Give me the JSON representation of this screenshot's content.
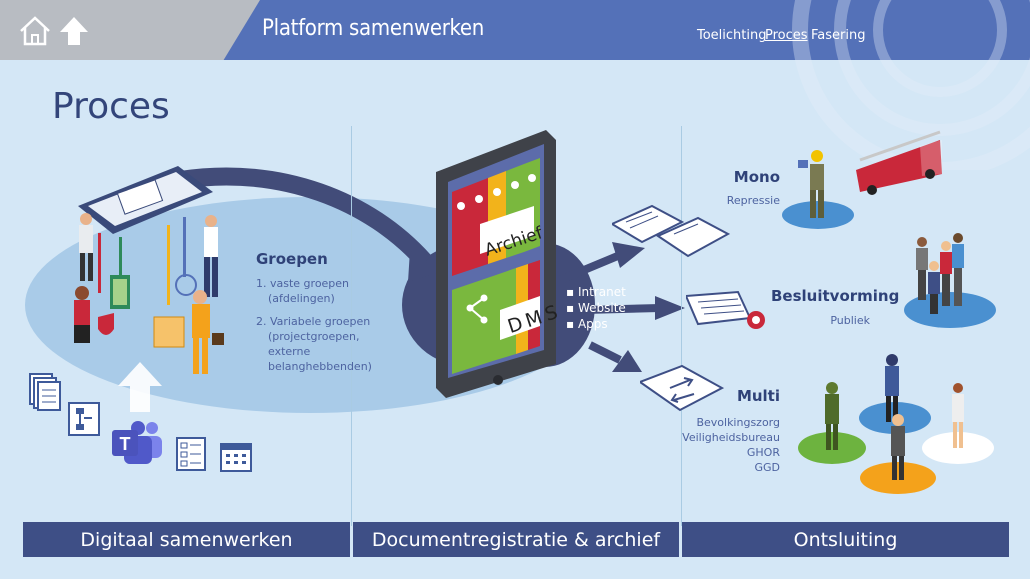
{
  "header": {
    "title": "Platform samenwerken",
    "nav": [
      {
        "label": "Toelichting",
        "active": false
      },
      {
        "label": "Proces",
        "active": true
      },
      {
        "label": "Fasering",
        "active": false
      }
    ]
  },
  "page_title": "Proces",
  "groepen": {
    "title": "Groepen",
    "items": [
      {
        "line1": "1. vaste groepen",
        "line2": "(afdelingen)"
      },
      {
        "line1": "2. Variabele groepen",
        "line2": "(projectgroepen,",
        "line3": "externe",
        "line4": "belanghebbenden)"
      }
    ]
  },
  "archive": {
    "archief_label": "Archief",
    "dms_label": "DMS",
    "outputs": [
      "Intranet",
      "Website",
      "Apps"
    ]
  },
  "ontsluiting": {
    "mono": {
      "title": "Mono",
      "sub": "Repressie"
    },
    "besluit": {
      "title": "Besluitvorming",
      "sub": "Publiek"
    },
    "multi": {
      "title": "Multi",
      "subs": [
        "Bevolkingszorg",
        "Veiligheidsbureau",
        "GHOR",
        "GGD"
      ]
    }
  },
  "footer": {
    "col1": "Digitaal samenwerken",
    "col2": "Documentregistratie & archief",
    "col3": "Ontsluiting"
  },
  "colors": {
    "header_blue": "#5471b8",
    "footer_navy": "#3e4f86",
    "ellipse_blue": "#a9cbe8",
    "archive_navy": "#424c79",
    "binder_red": "#c9283a",
    "binder_green": "#7ab83e",
    "binder_yellow": "#f2b31b",
    "blue_disk": "#4a90d0",
    "green_disk": "#6db33f",
    "orange_disk": "#f4a21b"
  }
}
